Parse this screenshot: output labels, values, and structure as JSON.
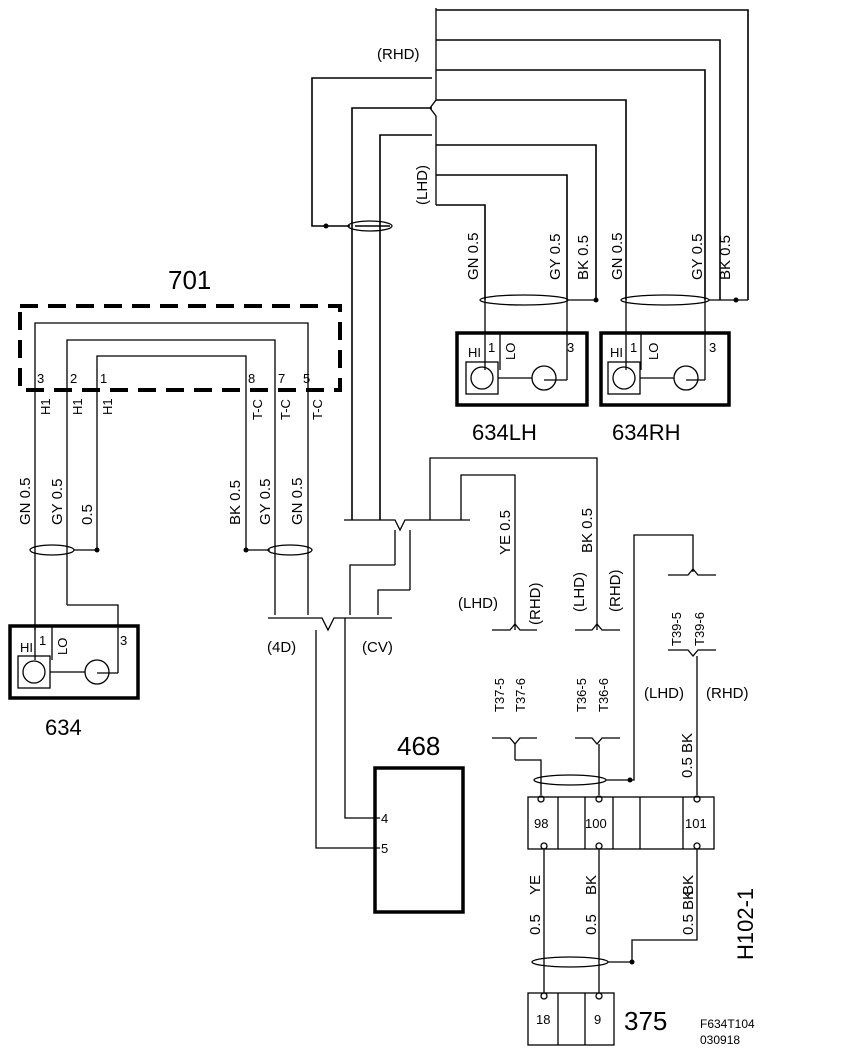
{
  "components": {
    "c701": {
      "id": "701",
      "pins": [
        "3",
        "2",
        "1",
        "8",
        "7",
        "5"
      ],
      "pin_names": [
        "H1",
        "H1",
        "H1",
        "T-C",
        "T-C",
        "T-C"
      ]
    },
    "c634": {
      "id": "634",
      "pins": [
        "HI",
        "1",
        "LO",
        "3"
      ]
    },
    "c634lh": {
      "id": "634LH",
      "pins": [
        "HI",
        "1",
        "LO",
        "3"
      ]
    },
    "c634rh": {
      "id": "634RH",
      "pins": [
        "HI",
        "1",
        "LO",
        "3"
      ]
    },
    "c468": {
      "id": "468",
      "pins": [
        "4",
        "5"
      ]
    },
    "h102": {
      "id": "H102-1",
      "pins": [
        "98",
        "100",
        "101"
      ]
    },
    "c375": {
      "id": "375",
      "pins": [
        "18",
        "9"
      ]
    }
  },
  "wires": {
    "w634_gn": "GN 0.5",
    "w634_gy": "GY 0.5",
    "w634_plain": "0.5",
    "w701_bk": "BK 0.5",
    "w701_gy": "GY 0.5",
    "w701_gn": "GN 0.5",
    "lh_gn": "GN 0.5",
    "lh_gy": "GY 0.5",
    "lh_bk": "BK 0.5",
    "rh_gn": "GN 0.5",
    "rh_gy": "GY 0.5",
    "rh_bk": "BK 0.5",
    "ye": "YE 0.5",
    "bk": "BK 0.5",
    "bk101": "0.5 BK",
    "h_ye": "YE",
    "h_bk1": "BK",
    "h_bk2": "BK",
    "h_ye_size": "0.5",
    "h_bk1_size": "0.5",
    "h_bk2_size": "0.5 BK"
  },
  "variants": {
    "rhd": "(RHD)",
    "lhd": "(LHD)",
    "d4": "(4D)",
    "cv": "(CV)"
  },
  "terminals": {
    "t37_5": "T37-5",
    "t37_6": "T37-6",
    "t36_5": "T36-5",
    "t36_6": "T36-6",
    "t39_5": "T39-5",
    "t39_6": "T39-6"
  },
  "drawing": {
    "code": "F634T104",
    "date": "030918"
  }
}
